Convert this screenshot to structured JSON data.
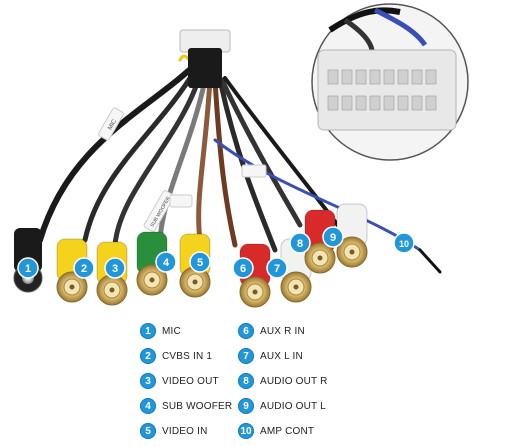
{
  "colors": {
    "badge_blue": "#2196d9",
    "yellow": "#f5d21b",
    "green": "#2a8f3c",
    "red": "#d92a2a",
    "white": "#f2f2f2",
    "black": "#1a1a1a",
    "blue_wire": "#3a4fb5",
    "gold": "#d9b86a"
  },
  "connectors": [
    {
      "number": "1",
      "color": "black"
    },
    {
      "number": "2",
      "color": "yellow"
    },
    {
      "number": "3",
      "color": "yellow"
    },
    {
      "number": "4",
      "color": "green"
    },
    {
      "number": "5",
      "color": "yellow"
    },
    {
      "number": "6",
      "color": "red"
    },
    {
      "number": "7",
      "color": "white"
    },
    {
      "number": "8",
      "color": "red"
    },
    {
      "number": "9",
      "color": "white"
    },
    {
      "number": "10",
      "color": "blue_wire"
    }
  ],
  "wire_tags": [
    {
      "text": "MIC"
    },
    {
      "text": "SUB WOOFER"
    }
  ],
  "legend": [
    {
      "number": "1",
      "label": "MIC"
    },
    {
      "number": "2",
      "label": "CVBS IN 1"
    },
    {
      "number": "3",
      "label": "VIDEO OUT"
    },
    {
      "number": "4",
      "label": "SUB WOOFER"
    },
    {
      "number": "5",
      "label": "VIDEO IN"
    },
    {
      "number": "6",
      "label": "AUX R IN"
    },
    {
      "number": "7",
      "label": "AUX L IN"
    },
    {
      "number": "8",
      "label": "AUDIO OUT R"
    },
    {
      "number": "9",
      "label": "AUDIO OUT L"
    },
    {
      "number": "10",
      "label": "AMP CONT"
    }
  ]
}
